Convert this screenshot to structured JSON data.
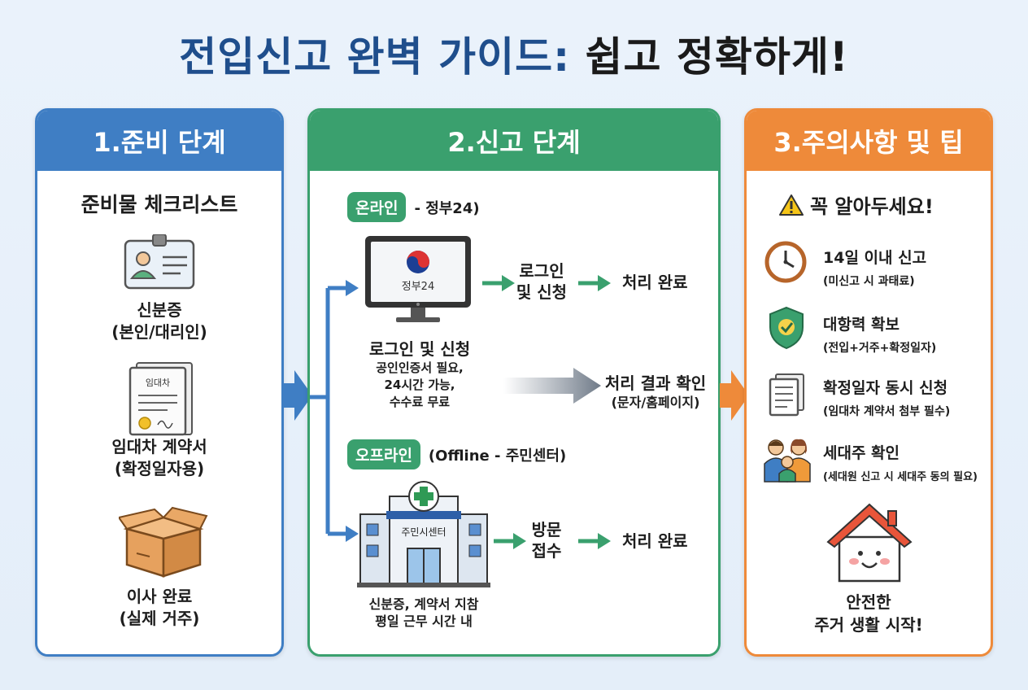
{
  "title": {
    "part1": "전입신고 완벽 가이드:",
    "part2": "쉽고 정확하게!"
  },
  "prep": {
    "header": "1.준비 단계",
    "subtitle": "준비물 체크리스트",
    "items": [
      {
        "icon": "id-card-icon",
        "line1": "신분증",
        "line2": "(본인/대리인)"
      },
      {
        "icon": "lease-contract-icon",
        "doc_text": "임대차",
        "line1": "임대차 계약서",
        "line2": "(확정일자용)"
      },
      {
        "icon": "moving-box-icon",
        "line1": "이사 완료",
        "line2": "(실제 거주)"
      }
    ]
  },
  "report": {
    "header": "2.신고 단계",
    "online": {
      "pill": "온라인",
      "note": "- 정부24)",
      "monitor_text": "정부24",
      "step_a_line1": "로그인",
      "step_a_line2": "및 신청",
      "step_b": "처리 완료",
      "caption_title": "로그인 및 신청",
      "caption_lines": [
        "공인인증서 필요,",
        "24시간 가능,",
        "수수료 무료"
      ]
    },
    "result": {
      "line1": "처리 결과 확인",
      "line2": "(문자/홈페이지)"
    },
    "offline": {
      "pill": "오프라인",
      "note": "(Offline - 주민센터)",
      "building_sign": "주민시센터",
      "step_a_line1": "방문",
      "step_a_line2": "접수",
      "step_b": "처리 완료",
      "caption_lines": [
        "신분증, 계약서 지참",
        "평일 근무 시간 내"
      ]
    }
  },
  "tips": {
    "header": "3.주의사항 및 팁",
    "subtitle": "꼭 알아두세요!",
    "items": [
      {
        "icon": "clock-icon",
        "title": "14일 이내 신고",
        "sub": "(미신고 시 과태료)"
      },
      {
        "icon": "shield-check-icon",
        "title": "대항력 확보",
        "sub": "(전입+거주+확정일자)"
      },
      {
        "icon": "document-icon",
        "title": "확정일자 동시 신청",
        "sub": "(임대차 계약서 첨부 필수)"
      },
      {
        "icon": "family-icon",
        "title": "세대주 확인",
        "sub": "(세대원 신고 시 세대주 동의 필요)"
      }
    ],
    "closing_line1": "안전한",
    "closing_line2": "주거 생활 시작!"
  },
  "colors": {
    "blue": "#3f7ec4",
    "green": "#3aa06e",
    "orange": "#ee8a3a",
    "navy": "#1f4e8c"
  }
}
